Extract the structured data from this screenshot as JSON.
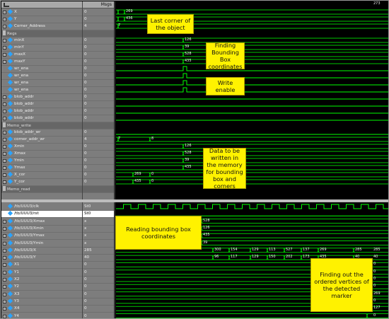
{
  "toolbar": {
    "icon": "wave-icon",
    "msgs_label": "Msgs"
  },
  "signals": [
    {
      "kind": "sig",
      "expand": true,
      "name": "X",
      "value": "0"
    },
    {
      "kind": "sig",
      "expand": true,
      "name": "Y",
      "value": "0"
    },
    {
      "kind": "sig",
      "expand": true,
      "name": "Corner_Address",
      "value": "4"
    },
    {
      "kind": "grp",
      "name": "Regs",
      "value": ""
    },
    {
      "kind": "sig",
      "expand": true,
      "name": "minX",
      "value": "0"
    },
    {
      "kind": "sig",
      "expand": true,
      "name": "minY",
      "value": "0"
    },
    {
      "kind": "sig",
      "expand": true,
      "name": "maxX",
      "value": "0"
    },
    {
      "kind": "sig",
      "expand": true,
      "name": "maxY",
      "value": "0"
    },
    {
      "kind": "sig",
      "expand": false,
      "name": "wr_ena",
      "value": "0"
    },
    {
      "kind": "sig",
      "expand": false,
      "name": "wr_ena",
      "value": "0"
    },
    {
      "kind": "sig",
      "expand": false,
      "name": "wr_ena",
      "value": "0"
    },
    {
      "kind": "sig",
      "expand": false,
      "name": "wr_ena",
      "value": "0"
    },
    {
      "kind": "sig",
      "expand": true,
      "name": "blob_addr",
      "value": "0"
    },
    {
      "kind": "sig",
      "expand": true,
      "name": "blob_addr",
      "value": "0"
    },
    {
      "kind": "sig",
      "expand": true,
      "name": "blob_addr",
      "value": "0"
    },
    {
      "kind": "sig",
      "expand": true,
      "name": "blob_addr",
      "value": "0"
    },
    {
      "kind": "grp",
      "name": "Memo_write",
      "value": ""
    },
    {
      "kind": "sig",
      "expand": true,
      "name": "blob_addr_wr",
      "value": "0"
    },
    {
      "kind": "sig",
      "expand": true,
      "name": "corner_addr_wr",
      "value": "4"
    },
    {
      "kind": "sig",
      "expand": true,
      "name": "Xmin",
      "value": "0"
    },
    {
      "kind": "sig",
      "expand": true,
      "name": "Xmax",
      "value": "0"
    },
    {
      "kind": "sig",
      "expand": true,
      "name": "Ymin",
      "value": "0"
    },
    {
      "kind": "sig",
      "expand": true,
      "name": "Ymax",
      "value": "0"
    },
    {
      "kind": "sig",
      "expand": true,
      "name": "X_cor",
      "value": "0"
    },
    {
      "kind": "sig",
      "expand": true,
      "name": "Y_cor",
      "value": "0"
    },
    {
      "kind": "grp",
      "name": "Memo_read",
      "value": ""
    },
    {
      "kind": "sig",
      "expand": false,
      "name": "/tb/UUU3/clk",
      "value": "St0"
    },
    {
      "kind": "sig",
      "expand": false,
      "name": "/tb/UUU3/rst",
      "value": "St0",
      "selected": true
    },
    {
      "kind": "sig",
      "expand": true,
      "name": "/tb/UUU3/Xmax",
      "value": "x"
    },
    {
      "kind": "sig",
      "expand": true,
      "name": "/tb/UUU3/Xmin",
      "value": "x"
    },
    {
      "kind": "sig",
      "expand": true,
      "name": "/tb/UUU3/Ymax",
      "value": "x"
    },
    {
      "kind": "sig",
      "expand": true,
      "name": "/tb/UUU3/Ymin",
      "value": "x"
    },
    {
      "kind": "sig",
      "expand": true,
      "name": "/tb/UUU3/X",
      "value": "285"
    },
    {
      "kind": "sig",
      "expand": true,
      "name": "/tb/UUU3/Y",
      "value": "40"
    },
    {
      "kind": "sig",
      "expand": true,
      "name": "X1",
      "value": "0"
    },
    {
      "kind": "sig",
      "expand": true,
      "name": "Y1",
      "value": "0"
    },
    {
      "kind": "sig",
      "expand": true,
      "name": "X2",
      "value": "0"
    },
    {
      "kind": "sig",
      "expand": true,
      "name": "Y2",
      "value": "0"
    },
    {
      "kind": "sig",
      "expand": true,
      "name": "X3",
      "value": "0"
    },
    {
      "kind": "sig",
      "expand": true,
      "name": "Y3",
      "value": "0"
    },
    {
      "kind": "sig",
      "expand": true,
      "name": "X4",
      "value": "0"
    },
    {
      "kind": "sig",
      "expand": true,
      "name": "Y4",
      "value": "0"
    }
  ],
  "wave_labels": {
    "x_a": "269",
    "y_a": "436",
    "corner": "7",
    "minx": "126",
    "miny": "39",
    "maxx": "528",
    "maxy": "435",
    "addr_wr": "7",
    "addr_wr2": "8",
    "xmin": "126",
    "xmax": "528",
    "ymin": "39",
    "ymax": "435",
    "xcor_a": "269",
    "xcor_b": "0",
    "ycor_a": "435",
    "ycor_b": "0",
    "r_xmax": "528",
    "r_xmin": "126",
    "r_ymax": "435",
    "r_ymin": "39",
    "xseq": [
      "300",
      "154",
      "129",
      "113",
      "527",
      "137",
      "269",
      "285"
    ],
    "yseq": [
      "96",
      "117",
      "129",
      "150",
      "202",
      "173",
      "435",
      "40"
    ],
    "right_vals": [
      "285",
      "40",
      "0",
      "0",
      "0",
      "0",
      "269",
      "0",
      "127",
      "0",
      "273"
    ]
  },
  "annotations": {
    "last_corner": "Last corner of the object",
    "bbox": "Finding Bounding Box coordinates",
    "write_enable": "Write enable",
    "data_written": "Data to be written in the memory for bounding box and corners",
    "reading_bbox": "Reading bounding box coordinates",
    "ordered_vertices": "Finding out the ordered vertices of the detected marker"
  },
  "colors": {
    "wave": "#00ff00",
    "bus": "#00c800",
    "note": "#fff200"
  }
}
